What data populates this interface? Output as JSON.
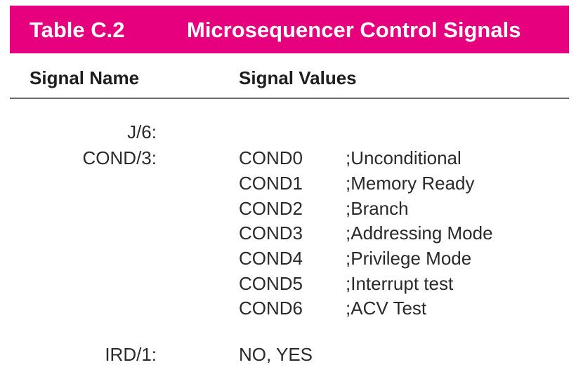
{
  "table": {
    "number": "Table C.2",
    "title": "Microsequencer Control Signals",
    "accent_color": "#e6007e",
    "headers": {
      "name": "Signal Name",
      "values": "Signal Values"
    },
    "signals": {
      "j": {
        "name": "J/6:"
      },
      "cond": {
        "name": "COND/3:",
        "values": [
          {
            "code": "COND0",
            "desc": ";Unconditional"
          },
          {
            "code": "COND1",
            "desc": ";Memory Ready"
          },
          {
            "code": "COND2",
            "desc": ";Branch"
          },
          {
            "code": "COND3",
            "desc": ";Addressing Mode"
          },
          {
            "code": "COND4",
            "desc": ";Privilege Mode"
          },
          {
            "code": "COND5",
            "desc": ";Interrupt test"
          },
          {
            "code": "COND6",
            "desc": ";ACV Test"
          }
        ]
      },
      "ird": {
        "name": "IRD/1:",
        "values": "NO, YES"
      }
    }
  }
}
